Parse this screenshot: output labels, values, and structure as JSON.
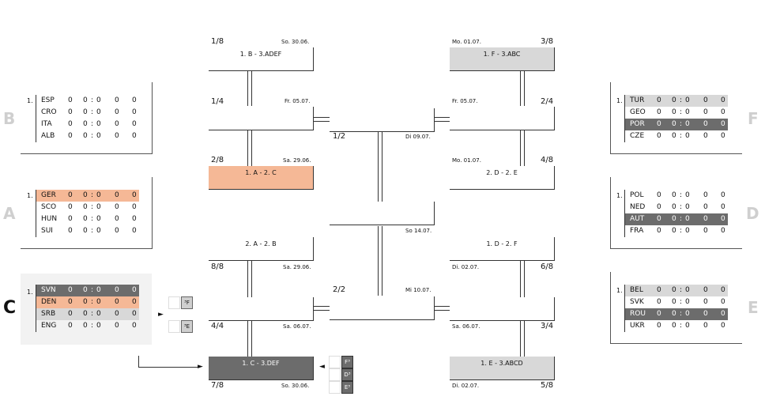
{
  "groups": {
    "B": {
      "label": "B",
      "rank": "1.",
      "rows": [
        {
          "team": "ESP",
          "c1": "0",
          "c2": "0",
          "c3": ":",
          "c4": "0",
          "c5": "0",
          "c6": "0"
        },
        {
          "team": "CRO",
          "c1": "0",
          "c2": "0",
          "c3": ":",
          "c4": "0",
          "c5": "0",
          "c6": "0"
        },
        {
          "team": "ITA",
          "c1": "0",
          "c2": "0",
          "c3": ":",
          "c4": "0",
          "c5": "0",
          "c6": "0"
        },
        {
          "team": "ALB",
          "c1": "0",
          "c2": "0",
          "c3": ":",
          "c4": "0",
          "c5": "0",
          "c6": "0"
        }
      ]
    },
    "A": {
      "label": "A",
      "rank": "1.",
      "rows": [
        {
          "team": "GER",
          "c1": "0",
          "c2": "0",
          "c3": ":",
          "c4": "0",
          "c5": "0",
          "c6": "0"
        },
        {
          "team": "SCO",
          "c1": "0",
          "c2": "0",
          "c3": ":",
          "c4": "0",
          "c5": "0",
          "c6": "0"
        },
        {
          "team": "HUN",
          "c1": "0",
          "c2": "0",
          "c3": ":",
          "c4": "0",
          "c5": "0",
          "c6": "0"
        },
        {
          "team": "SUI",
          "c1": "0",
          "c2": "0",
          "c3": ":",
          "c4": "0",
          "c5": "0",
          "c6": "0"
        }
      ]
    },
    "C": {
      "label": "C",
      "rank": "1.",
      "rows": [
        {
          "team": "SVN",
          "c1": "0",
          "c2": "0",
          "c3": ":",
          "c4": "0",
          "c5": "0",
          "c6": "0"
        },
        {
          "team": "DEN",
          "c1": "0",
          "c2": "0",
          "c3": ":",
          "c4": "0",
          "c5": "0",
          "c6": "0"
        },
        {
          "team": "SRB",
          "c1": "0",
          "c2": "0",
          "c3": ":",
          "c4": "0",
          "c5": "0",
          "c6": "0"
        },
        {
          "team": "ENG",
          "c1": "0",
          "c2": "0",
          "c3": ":",
          "c4": "0",
          "c5": "0",
          "c6": "0"
        }
      ]
    },
    "F": {
      "label": "F",
      "rank": "1.",
      "rows": [
        {
          "team": "TUR",
          "c1": "0",
          "c2": "0",
          "c3": ":",
          "c4": "0",
          "c5": "0",
          "c6": "0"
        },
        {
          "team": "GEO",
          "c1": "0",
          "c2": "0",
          "c3": ":",
          "c4": "0",
          "c5": "0",
          "c6": "0"
        },
        {
          "team": "POR",
          "c1": "0",
          "c2": "0",
          "c3": ":",
          "c4": "0",
          "c5": "0",
          "c6": "0"
        },
        {
          "team": "CZE",
          "c1": "0",
          "c2": "0",
          "c3": ":",
          "c4": "0",
          "c5": "0",
          "c6": "0"
        }
      ]
    },
    "D": {
      "label": "D",
      "rank": "1.",
      "rows": [
        {
          "team": "POL",
          "c1": "0",
          "c2": "0",
          "c3": ":",
          "c4": "0",
          "c5": "0",
          "c6": "0"
        },
        {
          "team": "NED",
          "c1": "0",
          "c2": "0",
          "c3": ":",
          "c4": "0",
          "c5": "0",
          "c6": "0"
        },
        {
          "team": "AUT",
          "c1": "0",
          "c2": "0",
          "c3": ":",
          "c4": "0",
          "c5": "0",
          "c6": "0"
        },
        {
          "team": "FRA",
          "c1": "0",
          "c2": "0",
          "c3": ":",
          "c4": "0",
          "c5": "0",
          "c6": "0"
        }
      ]
    },
    "E": {
      "label": "E",
      "rank": "1.",
      "rows": [
        {
          "team": "BEL",
          "c1": "0",
          "c2": "0",
          "c3": ":",
          "c4": "0",
          "c5": "0",
          "c6": "0"
        },
        {
          "team": "SVK",
          "c1": "0",
          "c2": "0",
          "c3": ":",
          "c4": "0",
          "c5": "0",
          "c6": "0"
        },
        {
          "team": "ROU",
          "c1": "0",
          "c2": "0",
          "c3": ":",
          "c4": "0",
          "c5": "0",
          "c6": "0"
        },
        {
          "team": "UKR",
          "c1": "0",
          "c2": "0",
          "c3": ":",
          "c4": "0",
          "c5": "0",
          "c6": "0"
        }
      ]
    }
  },
  "bracket": {
    "m18": {
      "num": "1/8",
      "date": "So. 30.06.",
      "text": "1. B  -  3.ADEF"
    },
    "m38": {
      "num": "3/8",
      "date": "Mo. 01.07.",
      "text": "1. F  -  3.ABC"
    },
    "m14": {
      "num": "1/4",
      "date": "Fr. 05.07."
    },
    "m24": {
      "num": "2/4",
      "date": "Fr. 05.07."
    },
    "m12": {
      "num": "1/2",
      "date": "Di 09.07."
    },
    "m28": {
      "num": "2/8",
      "date": "Sa. 29.06.",
      "text": "1. A  -  2. C"
    },
    "m48": {
      "num": "4/8",
      "date": "Mo. 01.07.",
      "text": "2. D  -  2. E"
    },
    "final": {
      "date": "So 14.07."
    },
    "m88": {
      "num": "8/8",
      "date": "Sa. 29.06.",
      "text": "2. A  -  2. B"
    },
    "m68": {
      "num": "6/8",
      "date": "Di. 02.07.",
      "text": "1. D  -  2. F"
    },
    "m22": {
      "num": "2/2",
      "date": "Mi 10.07."
    },
    "m44": {
      "num": "4/4",
      "date": "Sa. 06.07."
    },
    "m34": {
      "num": "3/4",
      "date": "Sa. 06.07."
    },
    "m78": {
      "num": "7/8",
      "date": "So. 30.06.",
      "text": "1. C  -  3.DEF"
    },
    "m58": {
      "num": "5/8",
      "date": "Di. 02.07.",
      "text": "1. E  -  3.ABCD"
    }
  },
  "chips": {
    "c_f": "³F",
    "c_e": "³E",
    "r_f": "F³",
    "r_d": "D³",
    "r_e": "E³"
  },
  "colors": {
    "salmon": "#f5b896",
    "light": "#d8d8d8",
    "dark": "#6c6c6c",
    "label": "#cfcfcf"
  }
}
